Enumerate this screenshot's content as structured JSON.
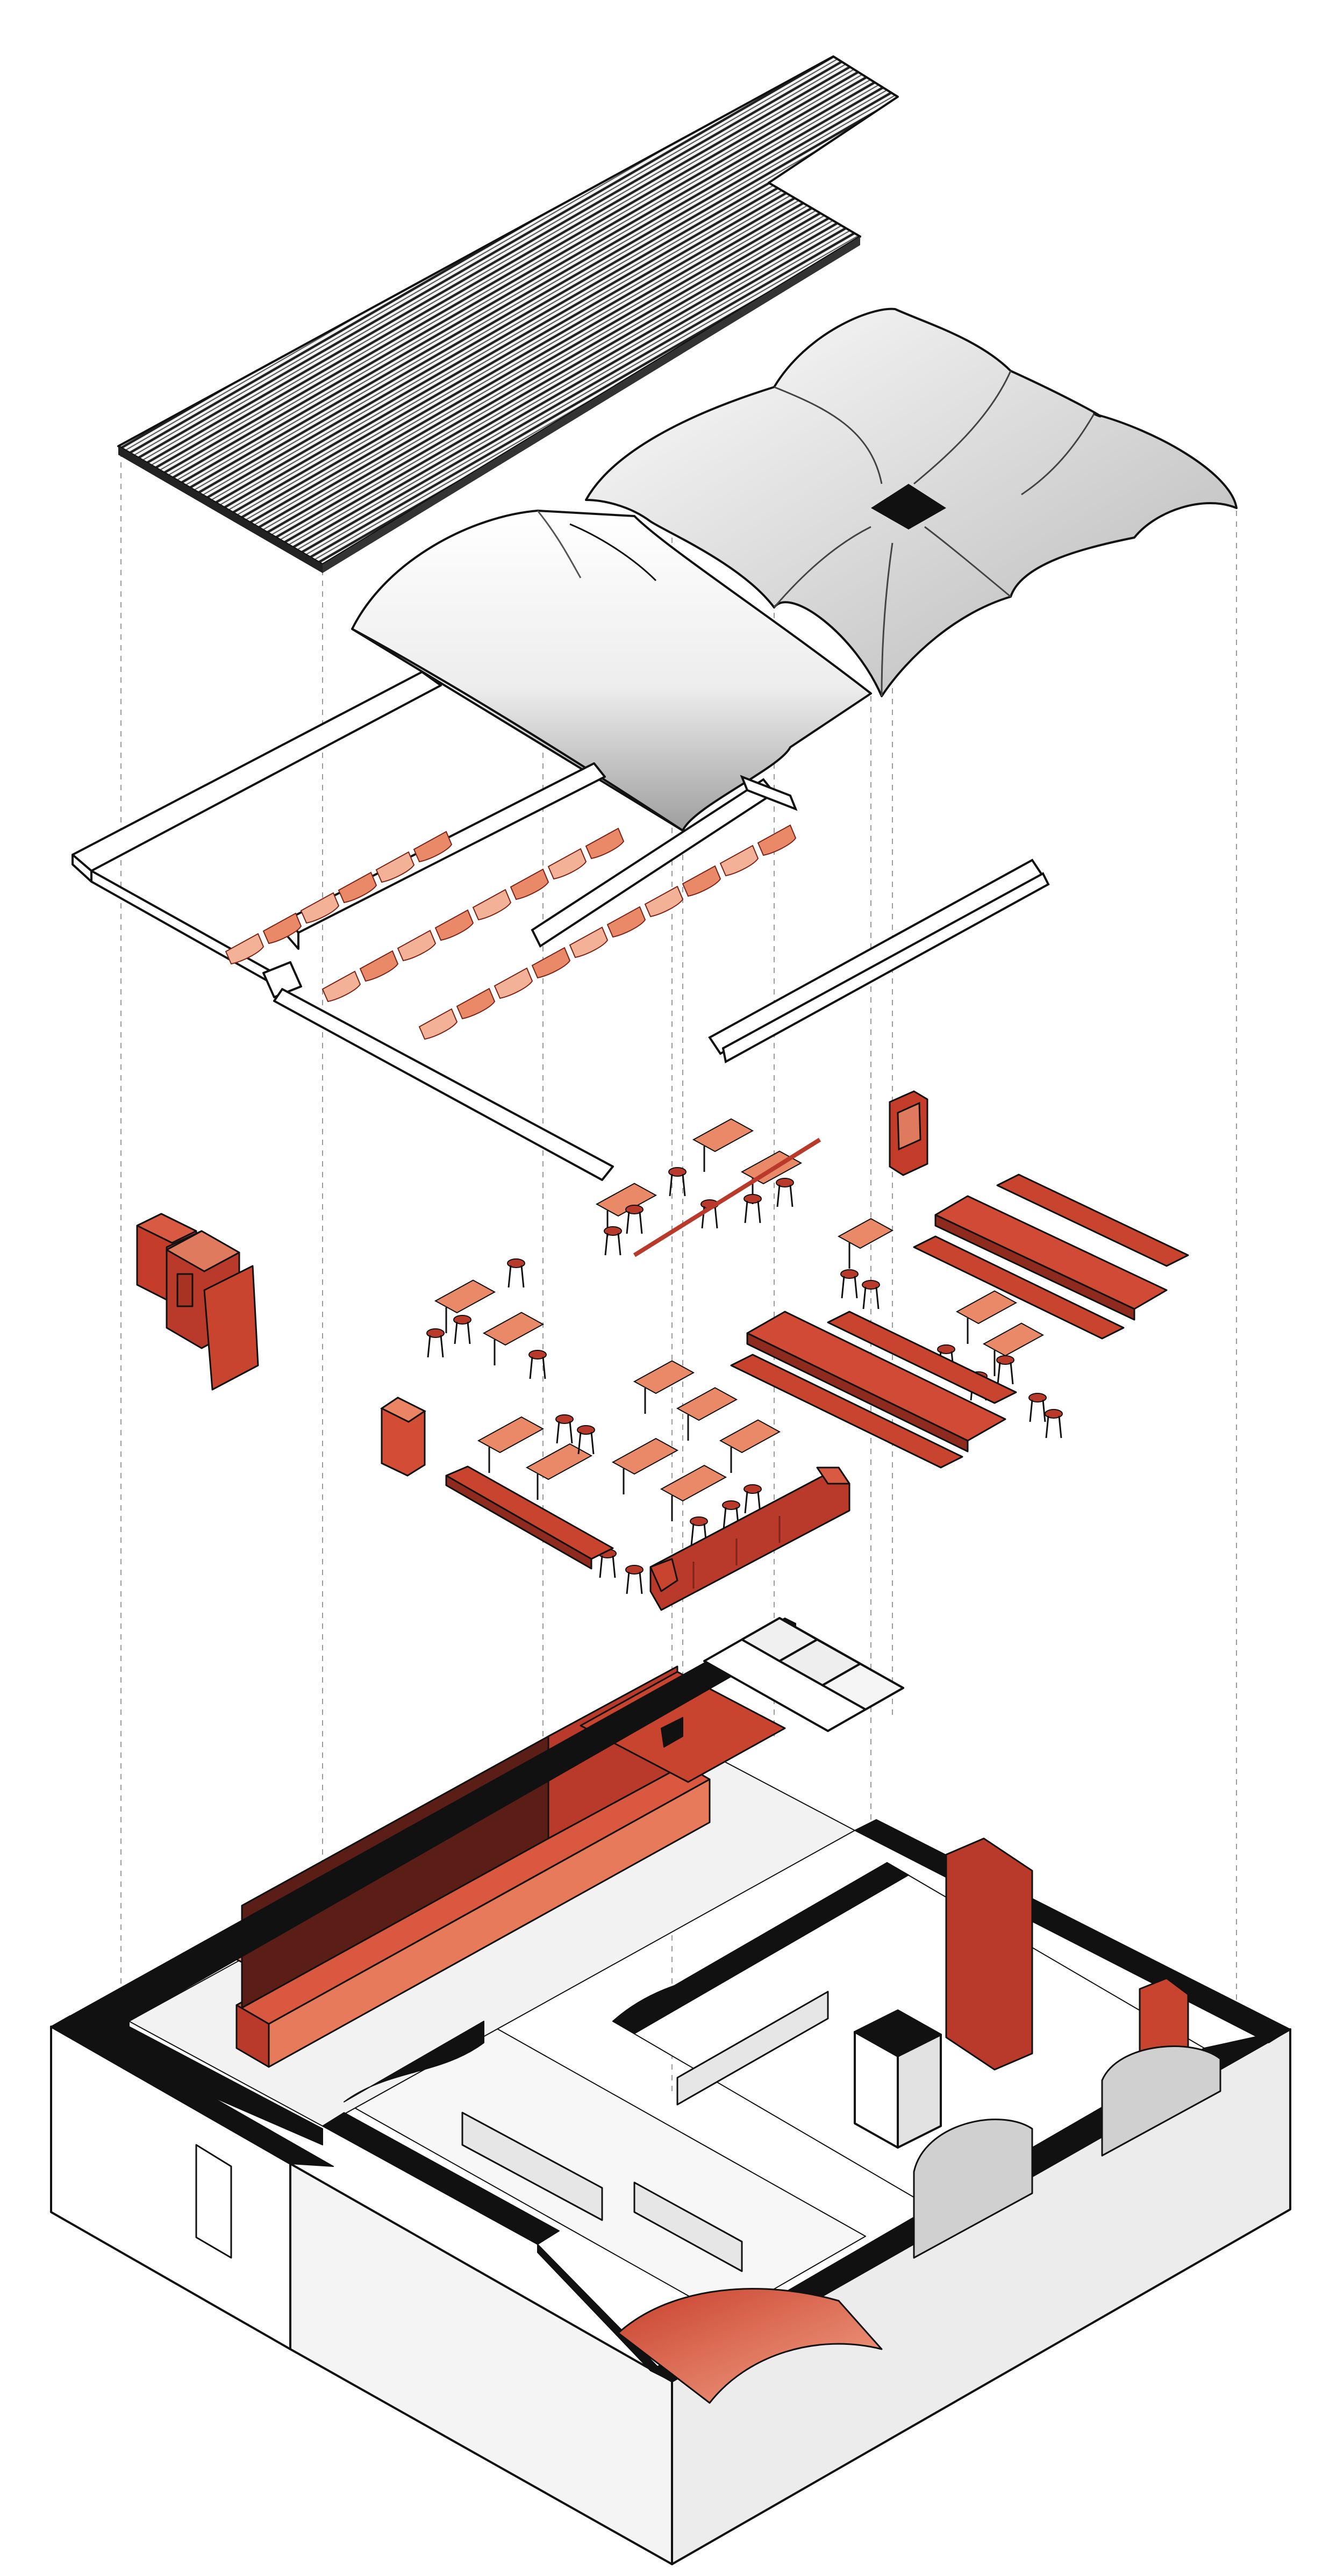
{
  "diagram": {
    "kind": "exploded isometric axonometric",
    "text_labels": [],
    "layers_top_to_bottom": [
      "corrugated-roof-panel",
      "barrel-vault-shell",
      "cross-vault-dome-shell",
      "ventilation-ducts",
      "pipe-runs",
      "acoustic-baffle-ceiling",
      "furniture-layer",
      "building-floor-plan"
    ],
    "colors": {
      "accent_red": "#b93a2a",
      "accent_mid": "#d2573f",
      "accent_light": "#e98968",
      "accent_pale": "#f3b197",
      "wall_black": "#111111",
      "shell_white": "#ffffff",
      "shell_grey": "#d8d8d8",
      "line": "#1a1a1a",
      "guide_dash": "#9a9a9a"
    }
  }
}
